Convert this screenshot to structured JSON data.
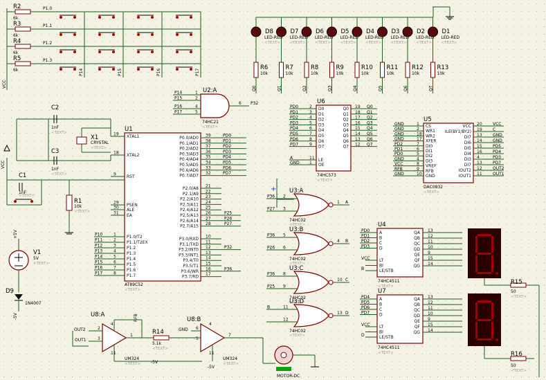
{
  "schematic": {
    "u1": {
      "ref": "U1",
      "part": "AT89C52",
      "text": "<TEXT>",
      "left_pins": [
        {
          "num": "19",
          "name": "XTAL1"
        },
        {
          "num": "18",
          "name": "XTAL2"
        },
        {
          "num": "9",
          "name": "RST"
        },
        {
          "num": "29",
          "name": "PSEN"
        },
        {
          "num": "30",
          "name": "ALE"
        },
        {
          "num": "31",
          "name": "EA"
        },
        {
          "num": "1",
          "name": "P1.0/T2"
        },
        {
          "num": "2",
          "name": "P1.1/T2EX"
        },
        {
          "num": "3",
          "name": "P1.2"
        },
        {
          "num": "4",
          "name": "P1.3"
        },
        {
          "num": "5",
          "name": "P1.4"
        },
        {
          "num": "6",
          "name": "P1.5"
        },
        {
          "num": "7",
          "name": "P1.6"
        },
        {
          "num": "8",
          "name": "P1.7"
        }
      ],
      "right_pins": [
        {
          "num": "39",
          "name": "P0.0/AD0"
        },
        {
          "num": "38",
          "name": "P0.1/AD1"
        },
        {
          "num": "37",
          "name": "P0.2/AD2"
        },
        {
          "num": "36",
          "name": "P0.3/AD3"
        },
        {
          "num": "35",
          "name": "P0.4/AD4"
        },
        {
          "num": "34",
          "name": "P0.5/AD5"
        },
        {
          "num": "33",
          "name": "P0.6/AD6"
        },
        {
          "num": "32",
          "name": "P0.7/AD7"
        },
        {
          "num": "21",
          "name": "P2.0/A8"
        },
        {
          "num": "22",
          "name": "P2.1/A9"
        },
        {
          "num": "23",
          "name": "P2.2/A10"
        },
        {
          "num": "24",
          "name": "P2.3/A11"
        },
        {
          "num": "25",
          "name": "P2.4/A12"
        },
        {
          "num": "26",
          "name": "P2.5/A13"
        },
        {
          "num": "27",
          "name": "P2.6/A14"
        },
        {
          "num": "28",
          "name": "P2.7/A15"
        },
        {
          "num": "10",
          "name": "P3.0/RXD"
        },
        {
          "num": "11",
          "name": "P3.1/TXD"
        },
        {
          "num": "12",
          "name": "P3.2/INT0"
        },
        {
          "num": "13",
          "name": "P3.3/INT1"
        },
        {
          "num": "14",
          "name": "P3.4/T0"
        },
        {
          "num": "15",
          "name": "P3.5/T1"
        },
        {
          "num": "16",
          "name": "P3.6/WR"
        },
        {
          "num": "17",
          "name": "P3.7/RD"
        }
      ],
      "p1_nets": [
        "P10",
        "P11",
        "P12",
        "P13",
        "P14",
        "P15",
        "P16",
        "P17"
      ],
      "p0_nets": [
        "PD0",
        "PD1",
        "PD2",
        "PD3",
        "PD4",
        "PD5",
        "PD6",
        "PD7"
      ],
      "p2_nets": [
        "P25",
        "P26",
        "P27"
      ],
      "p3_nets": [
        "P32",
        "P36"
      ]
    },
    "u2a": {
      "ref": "U2:A",
      "part": "74HC21",
      "text": "<TEXT>",
      "inputs": [
        "P14",
        "P15",
        "P16",
        "P17"
      ],
      "pins": [
        "1",
        "2",
        "4",
        "5"
      ],
      "out_pin": "6",
      "out_net": "P32"
    },
    "u6": {
      "ref": "U6",
      "part": "74HC573",
      "text": "<TEXT>",
      "d_pins": [
        {
          "net": "PD0",
          "num": "2",
          "name": "D0"
        },
        {
          "net": "PD1",
          "num": "3",
          "name": "D1"
        },
        {
          "net": "PD2",
          "num": "4",
          "name": "D2"
        },
        {
          "net": "PD3",
          "num": "5",
          "name": "D3"
        },
        {
          "net": "PD4",
          "num": "6",
          "name": "D4"
        },
        {
          "net": "PD5",
          "num": "7",
          "name": "D5"
        },
        {
          "net": "PD6",
          "num": "8",
          "name": "D6"
        },
        {
          "net": "PD7",
          "num": "9",
          "name": "D7"
        }
      ],
      "q_pins": [
        {
          "name": "Q0",
          "num": "19",
          "net": "Q0"
        },
        {
          "name": "Q1",
          "num": "18",
          "net": "Q1"
        },
        {
          "name": "Q2",
          "num": "17",
          "net": "Q2"
        },
        {
          "name": "Q3",
          "num": "16",
          "net": "Q3"
        },
        {
          "name": "Q4",
          "num": "15",
          "net": "Q4"
        },
        {
          "name": "Q5",
          "num": "14",
          "net": "Q5"
        },
        {
          "name": "Q6",
          "num": "13",
          "net": "Q6"
        },
        {
          "name": "Q7",
          "num": "12",
          "net": "Q7"
        }
      ],
      "le": {
        "net": "A",
        "num": "11",
        "name": "LE"
      },
      "oe": {
        "net": "GND",
        "num": "1",
        "name": "OE"
      }
    },
    "u5": {
      "ref": "U5",
      "part": "DAC0832",
      "text": "<TEXT>",
      "left": [
        {
          "net": "GND",
          "num": "1",
          "name": "CS"
        },
        {
          "net": "GND",
          "num": "2",
          "name": "WR1"
        },
        {
          "net": "GND",
          "num": "18",
          "name": "WR2"
        },
        {
          "net": "GND",
          "num": "17",
          "name": "XFER"
        },
        {
          "net": "PD2",
          "num": "7",
          "name": "DI0"
        },
        {
          "net": "PD1",
          "num": "6",
          "name": "DI1"
        },
        {
          "net": "PD0",
          "num": "5",
          "name": "DI2"
        },
        {
          "net": "GND",
          "num": "4",
          "name": "DI3"
        },
        {
          "net": "VCC",
          "num": "8",
          "name": "VREF"
        },
        {
          "net": "RFB",
          "num": "9",
          "name": "RFB"
        },
        {
          "net": "GND",
          "num": "10",
          "name": "GND"
        }
      ],
      "right": [
        {
          "name": "VCC",
          "num": "20",
          "net": "VCC"
        },
        {
          "name": "ILE(BY1/BY2)",
          "num": "19",
          "net": "C"
        },
        {
          "name": "DI7",
          "num": "13",
          "net": "GND"
        },
        {
          "name": "DI6",
          "num": "14",
          "net": "GND"
        },
        {
          "name": "DI5",
          "num": "15",
          "net": "PD5"
        },
        {
          "name": "DI4",
          "num": "16",
          "net": "PD4"
        },
        {
          "name": "DI3",
          "num": "4",
          "net": "PD3"
        },
        {
          "name": "DI7",
          "num": "13",
          "net": "PD7"
        },
        {
          "name": "IOUT2",
          "num": "12",
          "net": "OUT2"
        },
        {
          "name": "IOUT1",
          "num": "11",
          "net": "OUT1"
        }
      ]
    },
    "u3": [
      {
        "ref": "U3:A",
        "part": "74HC02",
        "text": "<TEXT>",
        "in1": "P36",
        "in2": "P27",
        "pins": [
          "2",
          "3"
        ],
        "out_pin": "1",
        "out_net": "A"
      },
      {
        "ref": "U3:B",
        "part": "74HC02",
        "text": "<TEXT>",
        "in1": "P36",
        "in2": "P26",
        "pins": [
          "5",
          "6"
        ],
        "out_pin": "4",
        "out_net": "B"
      },
      {
        "ref": "U3:C",
        "part": "74HC02",
        "text": "<TEXT>",
        "in1": "P36",
        "in2": "P25",
        "pins": [
          "8",
          "9"
        ],
        "out_pin": "10",
        "out_net": "C"
      },
      {
        "ref": "U3:D",
        "part": "74HC02",
        "text": "<TEXT>",
        "in1": "B",
        "in2": "",
        "pins": [
          "11",
          "12"
        ],
        "out_pin": "13",
        "out_net": "D"
      }
    ],
    "u4": {
      "ref": "U4",
      "part": "74HC4511",
      "text": "<TEXT>",
      "inputs": [
        {
          "net": "PD0",
          "name": "A"
        },
        {
          "net": "PD1",
          "name": "B"
        },
        {
          "net": "PD2",
          "name": "C"
        },
        {
          "net": "PD3",
          "name": "D"
        }
      ],
      "ctrl": [
        {
          "net": "VCC",
          "name": "LT"
        },
        {
          "net": "",
          "name": "BI"
        },
        {
          "net": "B",
          "name": "LE/STB"
        }
      ],
      "outputs": [
        {
          "name": "QA",
          "num": "13"
        },
        {
          "name": "QB",
          "num": "12"
        },
        {
          "name": "QC",
          "num": "11"
        },
        {
          "name": "QD",
          "num": "10"
        },
        {
          "name": "QE",
          "num": "9"
        },
        {
          "name": "QF",
          "num": "15"
        },
        {
          "name": "QG",
          "num": "14"
        }
      ]
    },
    "u7": {
      "ref": "U7",
      "part": "74HC4511",
      "text": "<TEXT>",
      "inputs": [
        {
          "net": "PD4",
          "name": "A"
        },
        {
          "net": "PD5",
          "name": "B"
        },
        {
          "net": "PD6",
          "name": "C"
        },
        {
          "net": "PD7",
          "name": "D"
        }
      ],
      "ctrl": [
        {
          "net": "VCC",
          "name": "LT"
        },
        {
          "net": "",
          "name": "BI"
        },
        {
          "net": "D",
          "name": "LE/STB"
        }
      ],
      "outputs": [
        {
          "name": "QA",
          "num": "13"
        },
        {
          "name": "QB",
          "num": "12"
        },
        {
          "name": "QC",
          "num": "11"
        },
        {
          "name": "QD",
          "num": "10"
        },
        {
          "name": "QE",
          "num": "9"
        },
        {
          "name": "QF",
          "num": "15"
        },
        {
          "name": "QG",
          "num": "14"
        }
      ]
    },
    "u8a": {
      "ref": "U8:A",
      "part": "UM324",
      "text": "<TEXT>",
      "in_minus": "OUT2",
      "in_plus": "OUT1",
      "pins": [
        "2",
        "3"
      ],
      "out": "1",
      "rfb": "RFB",
      "vplus": "4",
      "vminus": "11",
      "rail": "-5V"
    },
    "u8b": {
      "ref": "U8:B",
      "part": "UM324",
      "text": "<TEXT>",
      "in_minus": "GND",
      "pins": [
        "6",
        "5"
      ],
      "out": "7",
      "vplus": "4",
      "vminus": "11",
      "rail": "-5V"
    },
    "r14": {
      "ref": "R14",
      "value": "5.1k",
      "text": "<TEXT>"
    },
    "motor": {
      "label": "MOTOR-DC",
      "text": "<TEXT>"
    },
    "leds": [
      {
        "ref": "D8",
        "part": "LED-RED",
        "text": "<TEXT>"
      },
      {
        "ref": "D7",
        "part": "LED-RED",
        "text": "<TEXT>"
      },
      {
        "ref": "D6",
        "part": "LED-RED",
        "text": "<TEXT>"
      },
      {
        "ref": "D5",
        "part": "LED-RED",
        "text": "<TEXT>"
      },
      {
        "ref": "D4",
        "part": "LED-RED",
        "text": "<TEXT>"
      },
      {
        "ref": "D3",
        "part": "LED-RED",
        "text": "<TEXT>"
      },
      {
        "ref": "D2",
        "part": "LED-RED",
        "text": "<TEXT>"
      },
      {
        "ref": "D1",
        "part": "LED-RED",
        "text": "<TEXT>"
      }
    ],
    "led_resistors": [
      {
        "ref": "R6",
        "value": "10k",
        "net": "Q0"
      },
      {
        "ref": "R7",
        "value": "10k",
        "net": "Q1"
      },
      {
        "ref": "R8",
        "value": "10k",
        "net": "Q2"
      },
      {
        "ref": "R9",
        "value": "10k",
        "net": "Q3"
      },
      {
        "ref": "R10",
        "value": "10k",
        "net": "Q4"
      },
      {
        "ref": "R11",
        "value": "10k",
        "net": "Q5"
      },
      {
        "ref": "R12",
        "value": "10k",
        "net": "Q6"
      },
      {
        "ref": "R13",
        "value": "10k",
        "net": "Q7"
      }
    ],
    "keypad": {
      "resistors": [
        {
          "ref": "R2",
          "value": "6k"
        },
        {
          "ref": "R3",
          "value": "6k"
        },
        {
          "ref": "R4",
          "value": "6k"
        },
        {
          "ref": "R5",
          "value": "6k"
        }
      ],
      "row_nets": [
        "P1.0",
        "P1.1",
        "P1.2",
        "P1.3"
      ],
      "col_nets": [
        "P14",
        "P15",
        "P16",
        "P17"
      ],
      "vcc": "VCC"
    },
    "crystal": {
      "c2": {
        "ref": "C2",
        "value": "1nF",
        "text": "<TEXT>"
      },
      "c3": {
        "ref": "C3",
        "value": "1nF",
        "text": "<TEXT>"
      },
      "x1": {
        "ref": "X1",
        "value": "CRYSTAL",
        "text": "<TEXT>"
      }
    },
    "reset": {
      "c1": {
        "ref": "C1",
        "value": "1nF",
        "text": "<TEXT>"
      },
      "r1": {
        "ref": "R1",
        "value": "10k",
        "text": "<TEXT>"
      },
      "vcc": "VCC"
    },
    "supply": {
      "v1": {
        "ref": "V1",
        "value": "5V",
        "text": "<TEXT>"
      },
      "d9": {
        "ref": "D9",
        "value": "1N4007",
        "text": "<TEXT>"
      },
      "plus": "+5V",
      "minus": "-5V"
    },
    "displays": {
      "r15": {
        "ref": "R15",
        "value": "50",
        "text": "<TEXT>"
      },
      "r16": {
        "ref": "R16",
        "value": "50",
        "text": "<TEXT>"
      }
    }
  }
}
